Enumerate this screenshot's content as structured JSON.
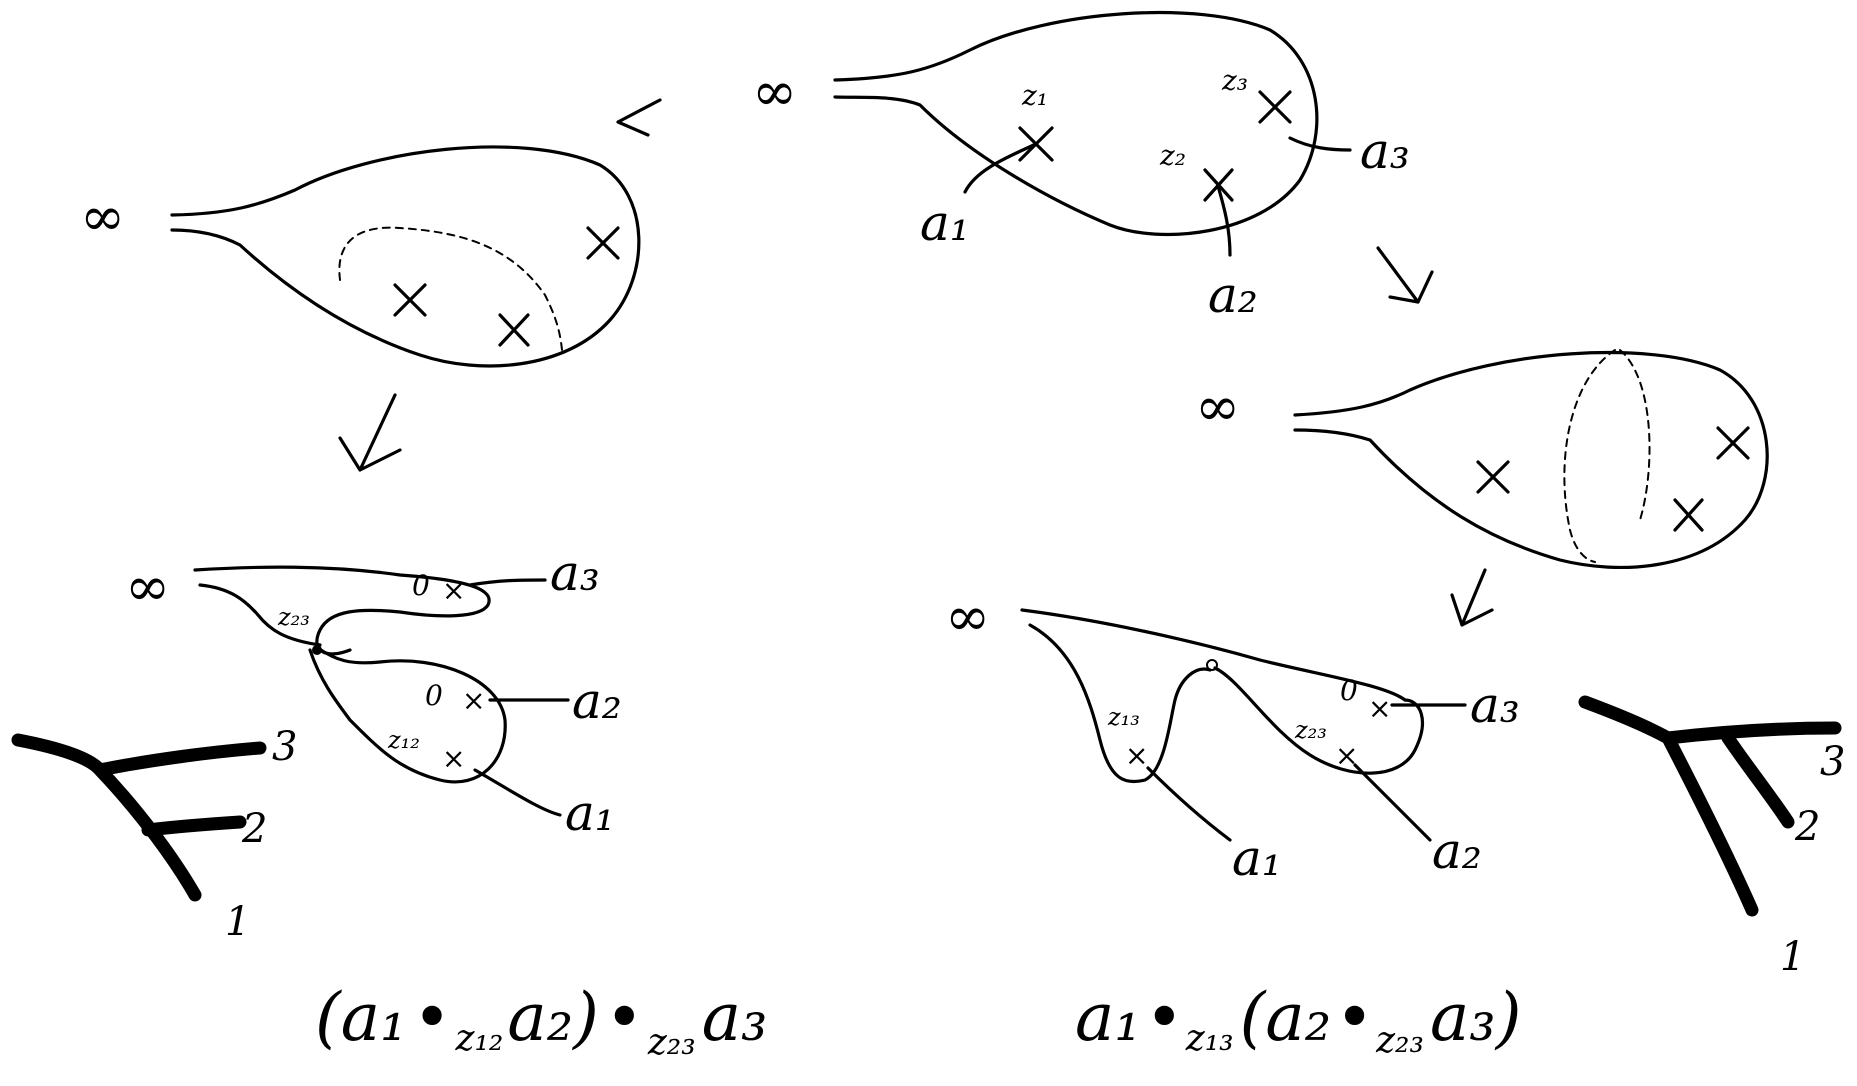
{
  "labels": {
    "infinity": "∞",
    "a1": "a₁",
    "a2": "a₂",
    "a3": "a₃",
    "z1": "z₁",
    "z2": "z₂",
    "z3": "z₃",
    "z12": "z₁₂",
    "z13": "z₁₃",
    "z23": "z₂₃",
    "zero": "0",
    "cross": "×"
  },
  "trees": {
    "left": {
      "leaves": [
        "1",
        "2",
        "3"
      ]
    },
    "right": {
      "leaves": [
        "1",
        "2",
        "3"
      ]
    }
  },
  "formulas": {
    "left": {
      "open_paren": "(",
      "a1": "a₁",
      "dot1": "•",
      "z12": "z₁₂",
      "a2": "a₂",
      "close_paren": ")",
      "dot2": "•",
      "z23": "z₂₃",
      "a3": "a₃"
    },
    "right": {
      "a1": "a₁",
      "dot1": "•",
      "z13": "z₁₃",
      "open_paren": "(",
      "a2": "a₂",
      "dot2": "•",
      "z23": "z₂₃",
      "a3": "a₃",
      "close_paren": ")"
    }
  }
}
